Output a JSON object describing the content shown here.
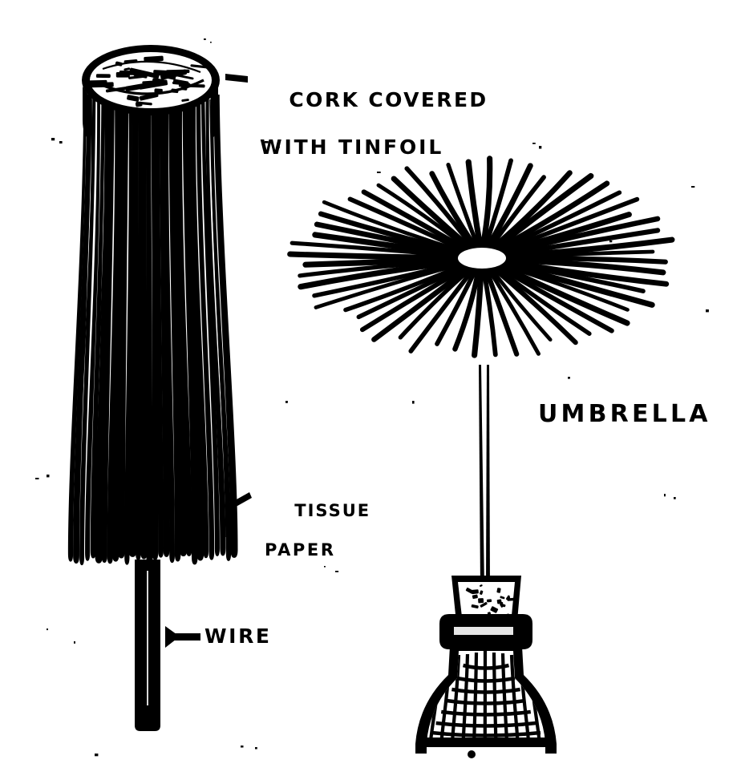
{
  "figure": {
    "title": "Tissue paper umbrella and wire umbrella on bottle",
    "style": "black and white hand-drawn line art on white paper",
    "ink_color": "#000000",
    "paper_color": "#ffffff"
  },
  "labels": {
    "cork_line1": "CORK COVERED",
    "cork_line2": "WITH TINFOIL",
    "tissue_line1": "TISSUE",
    "tissue_line2": "PAPER",
    "wire": "WIRE",
    "umbrella": "UMBRELLA"
  },
  "parts": {
    "left_object": {
      "name": "tissue-paper-fringe-on-cork",
      "components": [
        "cork covered with tinfoil",
        "tissue paper",
        "wire"
      ]
    },
    "right_object": {
      "name": "wire-umbrella-in-bottle",
      "components": [
        "umbrella",
        "wire",
        "cork",
        "bottle"
      ]
    }
  }
}
